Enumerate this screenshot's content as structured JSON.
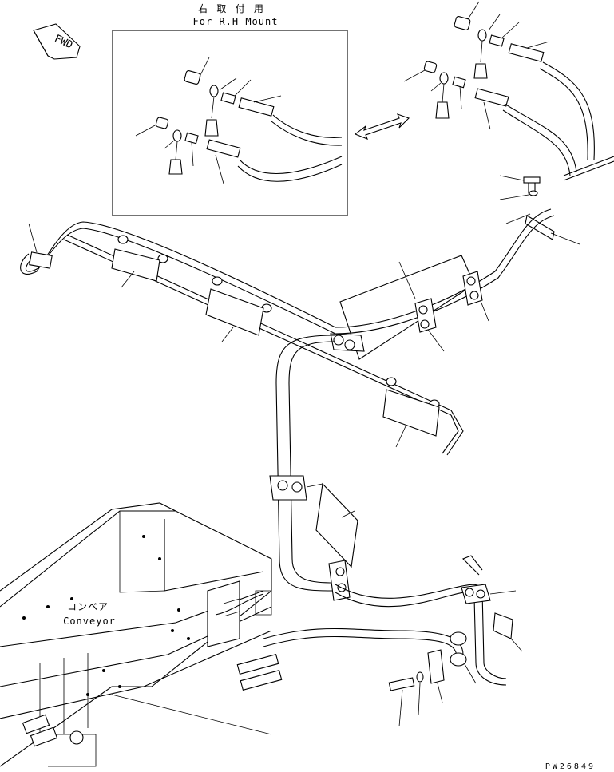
{
  "inset": {
    "title_jp": "右 取 付 用",
    "title_en": "For R.H Mount"
  },
  "fwd_label": "FWD",
  "conveyor": {
    "label_jp": "コンベア",
    "label_en": "Conveyor"
  },
  "drawing_number": "PW26849"
}
